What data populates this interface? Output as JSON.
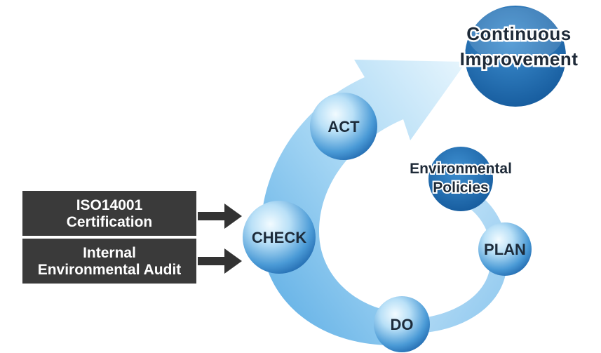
{
  "goal": {
    "line1": "Continuous",
    "line2": "Improvement"
  },
  "policies": {
    "line1": "Environmental",
    "line2": "Policies"
  },
  "stages": {
    "act": "ACT",
    "check": "CHECK",
    "plan": "PLAN",
    "do": "DO"
  },
  "inputs": {
    "certification": {
      "line1": "ISO14001",
      "line2": "Certification"
    },
    "audit": {
      "line1": "Internal",
      "line2": "Environmental Audit"
    }
  },
  "colors": {
    "sphere_dark": "#1a6fba",
    "sphere_light": "#e8f6ff",
    "arrow_light": "#e9f5fd",
    "arrow_mid": "#a9d8f5",
    "box_dark": "#3a3a3a",
    "arrow_dark": "#333333"
  }
}
